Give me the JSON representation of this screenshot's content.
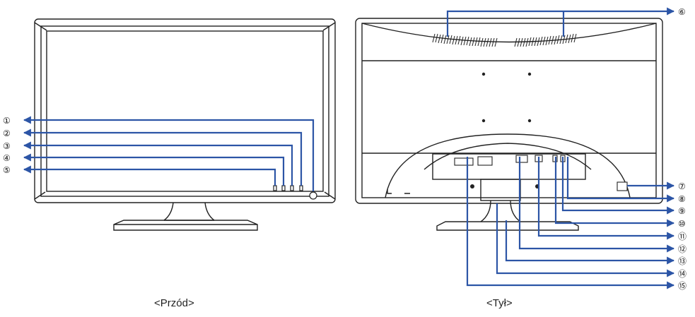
{
  "captions": {
    "front": "<Przód>",
    "back": "<Tył>"
  },
  "colors": {
    "callout": "#2c55a6",
    "outline": "#222222"
  },
  "front_callouts": [
    "①",
    "②",
    "③",
    "④",
    "⑤"
  ],
  "back_callouts": [
    "⑥",
    "⑦",
    "⑧",
    "⑨",
    "⑩",
    "⑪",
    "⑫",
    "⑬",
    "⑭",
    "⑮"
  ]
}
